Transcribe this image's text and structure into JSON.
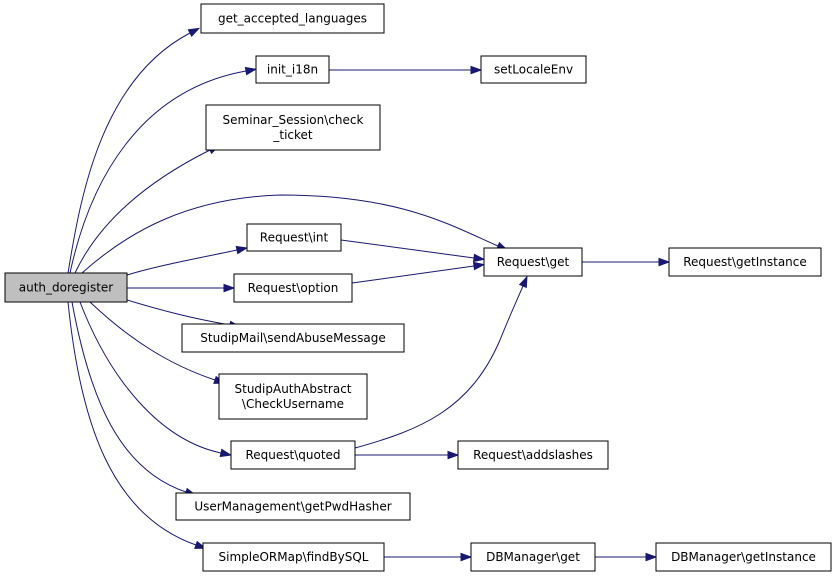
{
  "diagram": {
    "nodes": [
      {
        "id": "auth_doregister",
        "lines": [
          "auth_doregister"
        ],
        "root": true
      },
      {
        "id": "get_accepted_languages",
        "lines": [
          "get_accepted_languages"
        ]
      },
      {
        "id": "init_i18n",
        "lines": [
          "init_i18n"
        ]
      },
      {
        "id": "setLocaleEnv",
        "lines": [
          "setLocaleEnv"
        ]
      },
      {
        "id": "check_ticket",
        "lines": [
          "Seminar_Session\\check",
          "_ticket"
        ]
      },
      {
        "id": "request_int",
        "lines": [
          "Request\\int"
        ]
      },
      {
        "id": "request_get",
        "lines": [
          "Request\\get"
        ]
      },
      {
        "id": "request_getinstance",
        "lines": [
          "Request\\getInstance"
        ]
      },
      {
        "id": "request_option",
        "lines": [
          "Request\\option"
        ]
      },
      {
        "id": "send_abuse",
        "lines": [
          "StudipMail\\sendAbuseMessage"
        ]
      },
      {
        "id": "check_username",
        "lines": [
          "StudipAuthAbstract",
          "\\CheckUsername"
        ]
      },
      {
        "id": "request_quoted",
        "lines": [
          "Request\\quoted"
        ]
      },
      {
        "id": "request_addslashes",
        "lines": [
          "Request\\addslashes"
        ]
      },
      {
        "id": "pwd_hasher",
        "lines": [
          "UserManagement\\getPwdHasher"
        ]
      },
      {
        "id": "find_by_sql",
        "lines": [
          "SimpleORMap\\findBySQL"
        ]
      },
      {
        "id": "dbm_get",
        "lines": [
          "DBManager\\get"
        ]
      },
      {
        "id": "dbm_getinstance",
        "lines": [
          "DBManager\\getInstance"
        ]
      }
    ],
    "edges": [
      {
        "from": "auth_doregister",
        "to": "get_accepted_languages"
      },
      {
        "from": "auth_doregister",
        "to": "init_i18n"
      },
      {
        "from": "auth_doregister",
        "to": "check_ticket"
      },
      {
        "from": "auth_doregister",
        "to": "request_get"
      },
      {
        "from": "auth_doregister",
        "to": "request_int"
      },
      {
        "from": "auth_doregister",
        "to": "request_option"
      },
      {
        "from": "auth_doregister",
        "to": "send_abuse"
      },
      {
        "from": "auth_doregister",
        "to": "check_username"
      },
      {
        "from": "auth_doregister",
        "to": "request_quoted"
      },
      {
        "from": "auth_doregister",
        "to": "pwd_hasher"
      },
      {
        "from": "auth_doregister",
        "to": "find_by_sql"
      },
      {
        "from": "init_i18n",
        "to": "setLocaleEnv"
      },
      {
        "from": "request_int",
        "to": "request_get"
      },
      {
        "from": "request_option",
        "to": "request_get"
      },
      {
        "from": "request_quoted",
        "to": "request_get"
      },
      {
        "from": "request_get",
        "to": "request_getinstance"
      },
      {
        "from": "request_quoted",
        "to": "request_addslashes"
      },
      {
        "from": "find_by_sql",
        "to": "dbm_get"
      },
      {
        "from": "dbm_get",
        "to": "dbm_getinstance"
      }
    ],
    "colors": {
      "edge": "#191970",
      "root_fill": "#bfbfbf",
      "node_fill": "#ffffff",
      "border": "#000000"
    }
  }
}
